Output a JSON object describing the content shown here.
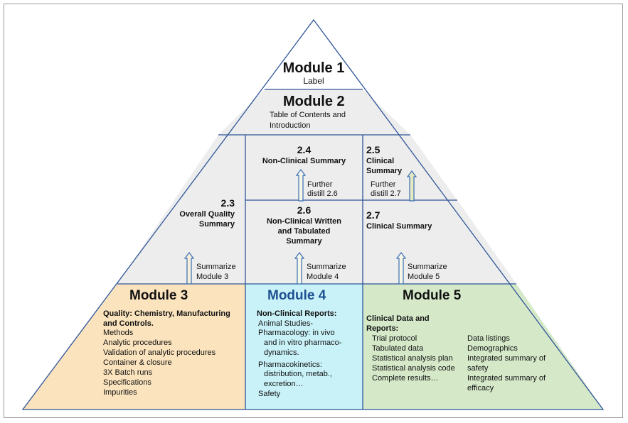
{
  "colors": {
    "gray_fill": "#ededed",
    "outline": "#2f5597",
    "module3_fill": "#fbe3bd",
    "module4_fill": "#c9f2f8",
    "module5_fill": "#d5e9c9",
    "arrow_fill": "#f7f7e8",
    "arrow_stroke": "#3a6db5"
  },
  "module1": {
    "title": "Module 1",
    "subtitle": "Label"
  },
  "module2": {
    "title": "Module 2",
    "line1": "Table of Contents and",
    "line2": "Introduction"
  },
  "section_2_4": {
    "number": "2.4",
    "title": "Non-Clinical Summary",
    "arrow_line1": "Further",
    "arrow_line2": "distill 2.6"
  },
  "section_2_5": {
    "number": "2.5",
    "title_line1": "Clinical",
    "title_line2": "Summary",
    "arrow_line1": "Further",
    "arrow_line2": "distill 2.7"
  },
  "section_2_3": {
    "number": "2.3",
    "title_line1": "Overall Quality",
    "title_line2": "Summary",
    "arrow_line1": "Summarize",
    "arrow_line2": "Module 3"
  },
  "section_2_6": {
    "number": "2.6",
    "title_line1": "Non-Clinical Written",
    "title_line2": "and Tabulated",
    "title_line3": "Summary",
    "arrow_line1": "Summarize",
    "arrow_line2": "Module 4"
  },
  "section_2_7": {
    "number": "2.7",
    "title": "Clinical Summary",
    "arrow_line1": "Summarize",
    "arrow_line2": "Module 5"
  },
  "module3": {
    "title": "Module 3",
    "heading_line1": "Quality: Chemistry, Manufacturing",
    "heading_line2": "and Controls.",
    "items": [
      "Methods",
      "Analytic procedures",
      "Validation of analytic procedures",
      "Container & closure",
      "3X Batch runs",
      "Specifications",
      "Impurities"
    ]
  },
  "module4": {
    "title": "Module 4",
    "heading": "Non-Clinical Reports:",
    "lines": [
      "Animal Studies-",
      "Pharmacology: in vivo",
      "and in vitro pharmaco-",
      "dynamics.",
      "Pharmacokinetics:",
      "distribution, metab.,",
      "excretion…",
      "Safety"
    ]
  },
  "module5": {
    "title": "Module 5",
    "heading_line1": "Clinical Data and",
    "heading_line2": "Reports:",
    "left_items": [
      "Trial protocol",
      "Tabulated data",
      "Statistical analysis plan",
      "Statistical analysis code",
      "Complete results…"
    ],
    "right_lines": [
      "Data listings",
      "Demographics",
      "Integrated summary of",
      "safety",
      "Integrated summary of",
      "efficacy"
    ]
  }
}
